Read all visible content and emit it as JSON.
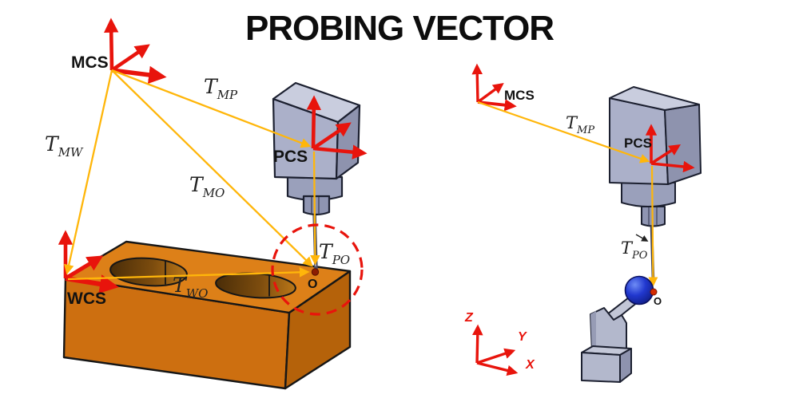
{
  "title": "PROBING VECTOR",
  "colors": {
    "axis_red": "#e8140c",
    "vector_yellow": "#ffb60a",
    "dashed_circle_red": "#e8140c",
    "block_top": "#dd8018",
    "block_front": "#cd6f10",
    "block_right": "#b5620a",
    "hole_dark": "#56350c",
    "hole_light": "#b87316",
    "probe_top": "#c9cdde",
    "probe_front": "#abb0c9",
    "probe_side": "#8e93ae",
    "stylus_ball_blue": "#1b2fb8",
    "probe_point_red": "#c22402",
    "label_black": "#121212"
  },
  "left": {
    "mcs": "MCS",
    "wcs": "WCS",
    "pcs": "PCS",
    "origin": "O",
    "t_mw": {
      "main": "T",
      "sub": "MW"
    },
    "t_mp": {
      "main": "T",
      "sub": "MP"
    },
    "t_mo": {
      "main": "T",
      "sub": "MO"
    },
    "t_wo": {
      "main": "T",
      "sub": "WO"
    },
    "t_po": {
      "main": "T",
      "sub": "PO"
    }
  },
  "right": {
    "mcs": "MCS",
    "pcs": "PCS",
    "origin": "O",
    "t_mp": {
      "main": "T",
      "sub": "MP"
    },
    "t_po": {
      "main": "T",
      "sub": "PO"
    },
    "triad": {
      "x": "X",
      "y": "Y",
      "z": "Z"
    }
  }
}
